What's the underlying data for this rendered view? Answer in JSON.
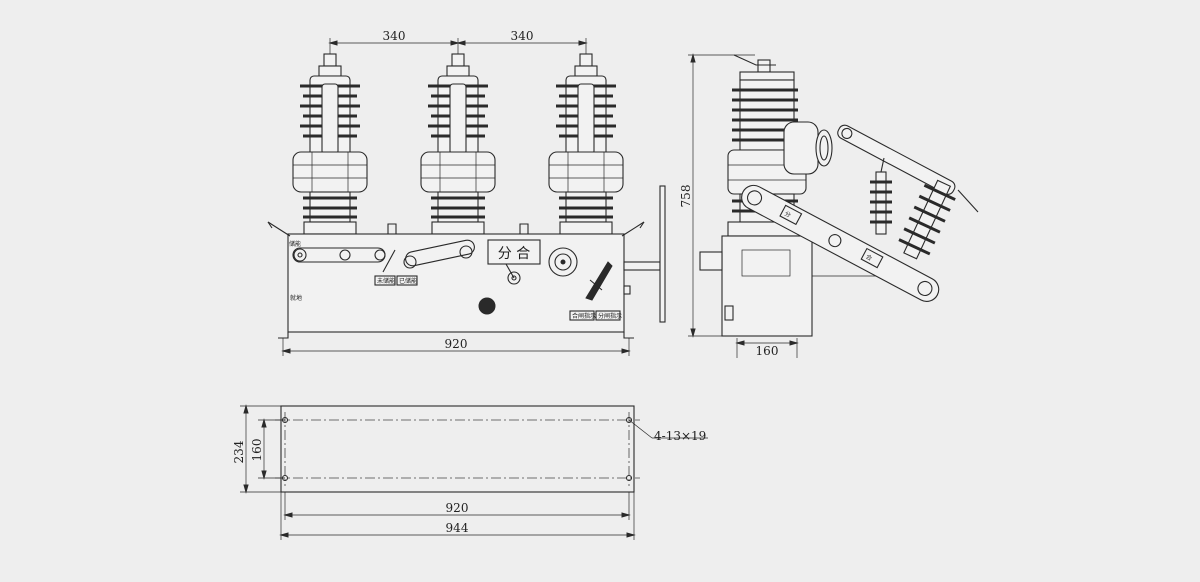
{
  "front_view": {
    "dim_spacing_left": "340",
    "dim_spacing_right": "340",
    "dim_width": "920",
    "panel_label_open_close": "分 合",
    "side_label_top": "储能",
    "side_label_bottom": "就地",
    "plate_label_1": "未储能",
    "plate_label_2": "已储能",
    "bottom_plate_1": "合闸指示",
    "bottom_plate_2": "分闸指示"
  },
  "side_view": {
    "dim_height": "758",
    "dim_base": "160",
    "arm_label_open": "分",
    "arm_label_close": "合"
  },
  "base_plan": {
    "dim_height_outer": "234",
    "dim_height_inner": "160",
    "dim_width_inner": "920",
    "dim_width_outer": "944",
    "holes_note": "4-13×19"
  },
  "colors": {
    "background": "#eeeeee",
    "line": "#2a2a2a"
  }
}
